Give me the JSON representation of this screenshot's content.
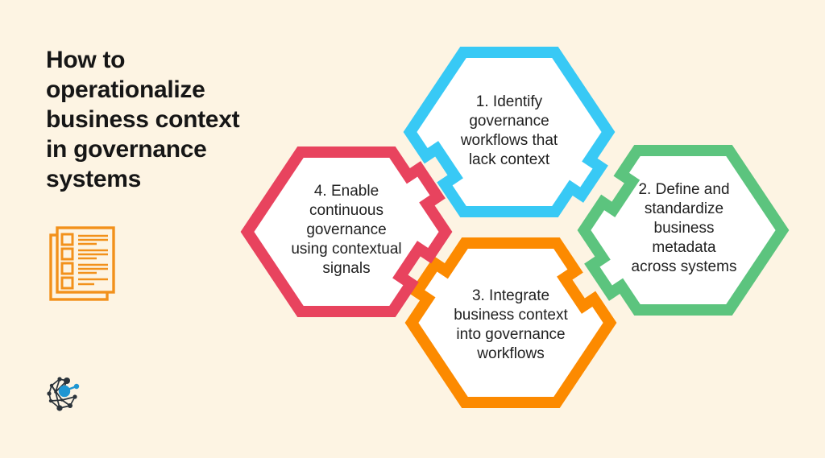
{
  "title": "How to\noperationalize\nbusiness context\nin governance\nsystems",
  "steps": [
    {
      "id": "1",
      "label": "1. Identify\ngovernance\nworkflows that\nlack context",
      "color": "#38C9F5"
    },
    {
      "id": "2",
      "label": "2. Define and\nstandardize\nbusiness\nmetadata\nacross systems",
      "color": "#5CC47E"
    },
    {
      "id": "3",
      "label": "3. Integrate\nbusiness context\ninto governance\nworkflows",
      "color": "#FC8A00"
    },
    {
      "id": "4",
      "label": "4. Enable\ncontinuous\ngovernance\nusing contextual\nsignals",
      "color": "#E8435E"
    }
  ],
  "icons": {
    "checklist": "checklist-document-icon",
    "logo": "network-logo-icon"
  },
  "colors": {
    "background": "#FDF4E3",
    "title_text": "#161616",
    "step_text": "#212121",
    "hex_fill": "#FFFFFF",
    "step1_accent": "#38C9F5",
    "step2_accent": "#5CC47E",
    "step3_accent": "#FC8A00",
    "step4_accent": "#E8435E",
    "checklist_icon": "#F2911B",
    "logo_dark": "#2B333A",
    "logo_blue": "#1F96D2"
  }
}
